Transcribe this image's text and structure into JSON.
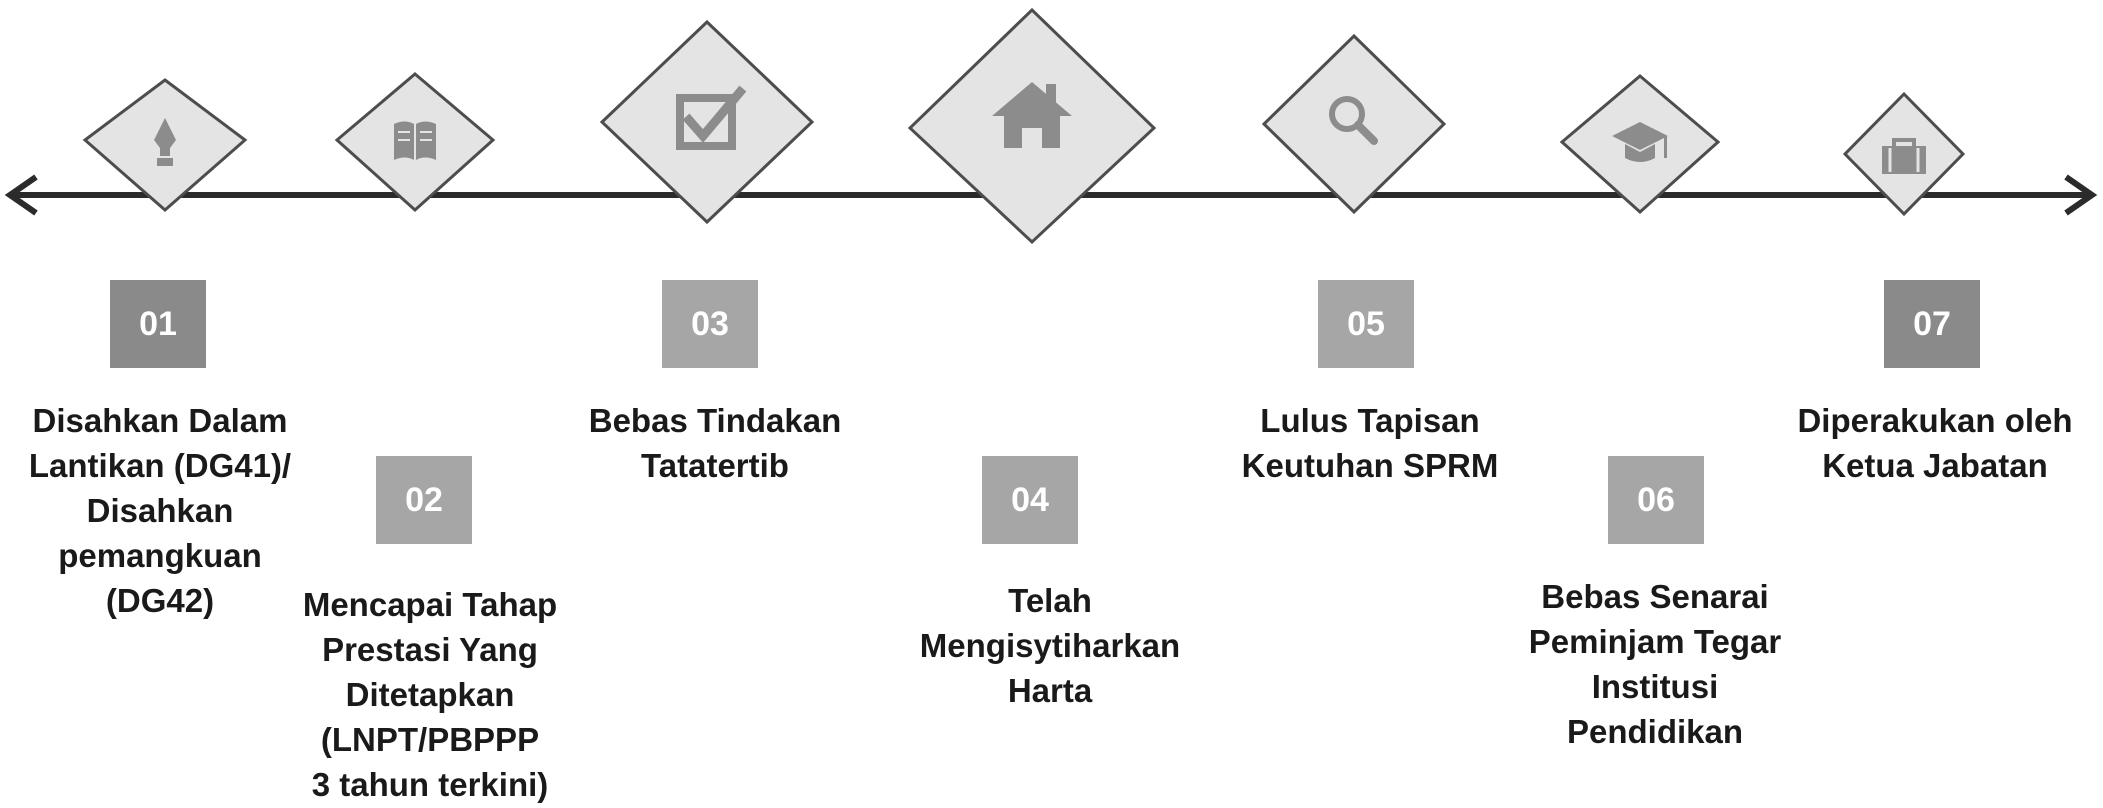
{
  "steps": [
    {
      "number": "01",
      "text": "Disahkan Dalam\nLantikan (DG41)/\nDisahkan\npemangkuan\n(DG42)",
      "icon": "pen-nib-icon"
    },
    {
      "number": "02",
      "text": "Mencapai Tahap\nPrestasi Yang\nDitetapkan\n(LNPT/PBPPP\n3 tahun terkini)",
      "icon": "book-icon"
    },
    {
      "number": "03",
      "text": "Bebas Tindakan\nTatatertib",
      "icon": "checkbox-icon"
    },
    {
      "number": "04",
      "text": "Telah\nMengisytiharkan\nHarta",
      "icon": "house-icon"
    },
    {
      "number": "05",
      "text": "Lulus Tapisan\nKeutuhan SPRM",
      "icon": "magnifier-icon"
    },
    {
      "number": "06",
      "text": "Bebas Senarai\nPeminjam Tegar\nInstitusi\nPendidikan",
      "icon": "graduation-cap-icon"
    },
    {
      "number": "07",
      "text": "Diperakukan oleh\nKetua Jabatan",
      "icon": "briefcase-icon"
    }
  ],
  "colors": {
    "axis": "#2b2b2b",
    "diamond_fill": "#e4e4e4",
    "diamond_stroke": "#4d4d4d",
    "icon": "#8c8c8c",
    "badge_dark": "#8a8a8a",
    "badge_light": "#a6a6a6",
    "text": "#1a1a1a"
  }
}
